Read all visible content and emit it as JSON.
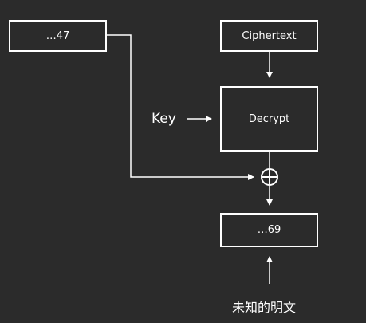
{
  "diagram": {
    "prev_block": "…47",
    "ciphertext": "Ciphertext",
    "key": "Key",
    "decrypt": "Decrypt",
    "output_block": "…69",
    "unknown_plaintext": "未知的明文"
  }
}
